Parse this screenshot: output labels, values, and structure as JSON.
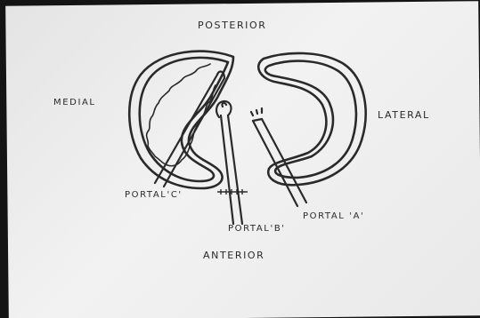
{
  "labels": {
    "posterior": "POSTERIOR",
    "medial": "MEDIAL",
    "lateral": "LATERAL",
    "anterior": "ANTERIOR",
    "portal_c": "PORTAL'C'",
    "portal_b": "PORTAL'B'",
    "portal_a": "PORTAL 'A'"
  },
  "colors": {
    "ink": "#2a2a2a",
    "paper": "#ececec",
    "background": "#141414"
  }
}
